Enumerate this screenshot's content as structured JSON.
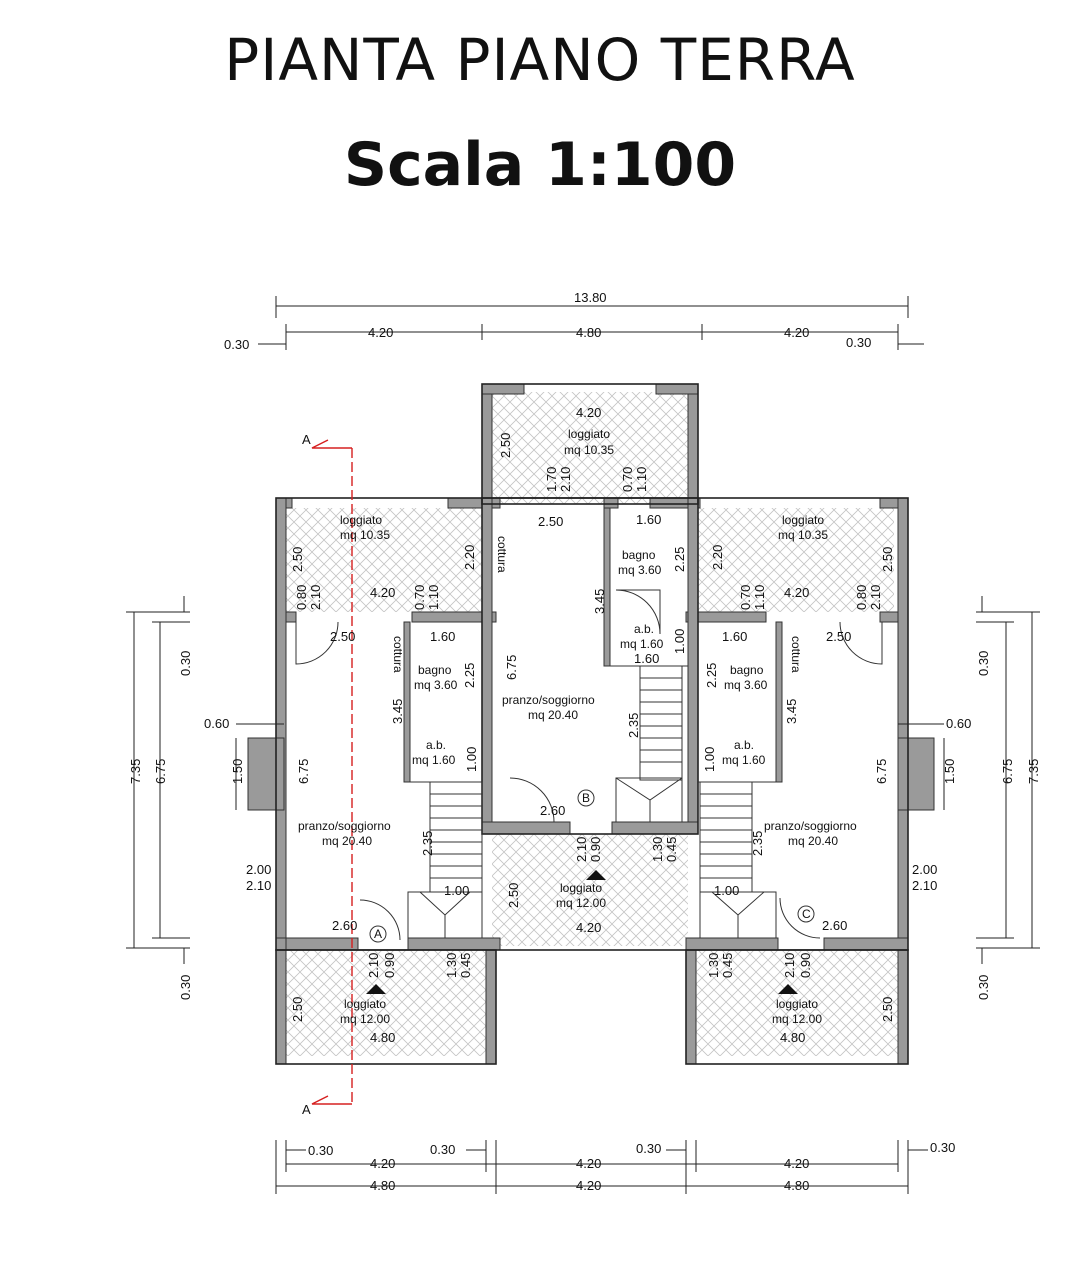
{
  "title": "PIANTA PIANO TERRA",
  "subtitle": "Scala 1:100",
  "colors": {
    "wall": "#9a9a9a",
    "hatch": "#bdbdbd",
    "section": "#d62020"
  },
  "section_marks": {
    "top": "A",
    "bottom": "A"
  },
  "dims_top": {
    "overall": "13.80",
    "seg1": "4.20",
    "seg2": "4.80",
    "seg3": "4.20",
    "left_wall": "0.30",
    "right_wall": "0.30"
  },
  "dims_bottom": {
    "row1": [
      "0.30",
      "0.30",
      "0.30",
      "0.30"
    ],
    "row2": [
      "4.20",
      "4.20",
      "4.20"
    ],
    "row3": [
      "4.80",
      "4.20",
      "4.80"
    ]
  },
  "dims_side": {
    "left": {
      "total": "7.35",
      "inner": "6.75",
      "top": "0.30",
      "bottom": "0.30",
      "chimney_depth": "0.60",
      "chimney_width": "1.50"
    },
    "right": {
      "total": "7.35",
      "inner": "6.75",
      "top": "0.30",
      "bottom": "0.30",
      "chimney_depth": "0.60",
      "chimney_width": "1.50"
    }
  },
  "rooms": {
    "loggia_top": {
      "name": "loggiato",
      "area": "mq  10.35",
      "w": "4.20",
      "d": "2.50",
      "win1": "1.70",
      "win1b": "2.10",
      "win2": "0.70",
      "win2b": "1.10"
    },
    "loggia_left": {
      "name": "loggiato",
      "area": "mq  10.35",
      "w": "4.20",
      "d1": "2.50",
      "d2": "2.20",
      "w1": "0.80",
      "w1b": "2.10",
      "w2": "0.70",
      "w2b": "1.10"
    },
    "loggia_right": {
      "name": "loggiato",
      "area": "mq  10.35",
      "w": "4.20",
      "d1": "2.50",
      "d2": "2.20",
      "w1": "0.80",
      "w1b": "2.10",
      "w2": "0.70",
      "w2b": "1.10"
    },
    "center_living": {
      "name": "pranzo/soggiorno",
      "area": "mq  20.40",
      "w": "2.50",
      "h": "6.75",
      "cottura": "cottura",
      "door": "2.60",
      "mark": "B"
    },
    "center_bagno": {
      "name": "bagno",
      "area": "mq 3.60",
      "w": "1.60",
      "h": "2.25",
      "h2": "3.45"
    },
    "center_ab": {
      "name": "a.b.",
      "area": "mq 1.60",
      "w": "1.60",
      "h": "1.00",
      "stair": "2.35"
    },
    "left_living": {
      "name": "pranzo/soggiorno",
      "area": "mq  20.40",
      "w": "2.50",
      "h": "6.75",
      "door": "2.60",
      "mark": "A",
      "win1": "2.00",
      "win1b": "2.10"
    },
    "left_bagno": {
      "name": "bagno",
      "area": "mq 3.60",
      "w": "1.60",
      "h": "2.25",
      "h2": "3.45",
      "cottura": "cottura"
    },
    "left_ab": {
      "name": "a.b.",
      "area": "mq 1.60",
      "h": "1.00",
      "stair": "2.35",
      "stair_w": "1.00"
    },
    "right_living": {
      "name": "pranzo/soggiorno",
      "area": "mq  20.40",
      "w": "2.50",
      "h": "6.75",
      "door": "2.60",
      "mark": "C",
      "win1": "2.00",
      "win1b": "2.10"
    },
    "right_bagno": {
      "name": "bagno",
      "area": "mq 3.60",
      "w": "1.60",
      "h": "2.25",
      "h2": "3.45",
      "cottura": "cottura"
    },
    "right_ab": {
      "name": "a.b.",
      "area": "mq 1.60",
      "h": "1.00",
      "stair": "2.35",
      "stair_w": "1.00"
    },
    "loggia_bottom_center": {
      "name": "loggiato",
      "area": "mq  12.00",
      "w": "4.20",
      "d": "2.50",
      "d1": "0.90",
      "d1b": "2.10",
      "d2": "0.45",
      "d2b": "1.30"
    },
    "loggia_bottom_left": {
      "name": "loggiato",
      "area": "mq  12.00",
      "w": "4.80",
      "d": "2.50",
      "d1": "0.90",
      "d1b": "2.10",
      "d2": "0.45",
      "d2b": "1.30"
    },
    "loggia_bottom_right": {
      "name": "loggiato",
      "area": "mq  12.00",
      "w": "4.80",
      "d": "2.50",
      "d1": "0.90",
      "d1b": "2.10",
      "d2": "0.45",
      "d2b": "1.30"
    }
  }
}
